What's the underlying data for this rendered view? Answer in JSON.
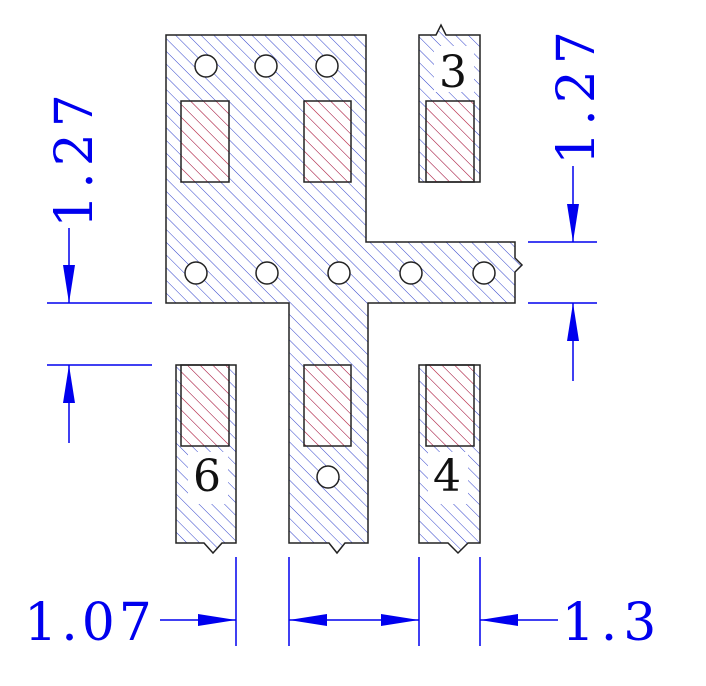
{
  "colors": {
    "outline": "#222222",
    "copper_hatch": "#3344cc",
    "pad_hatch": "#dd3333",
    "dimension": "#0000ee"
  },
  "pins": {
    "pin3": "3",
    "pin4": "4",
    "pin6": "6"
  },
  "dimensions": {
    "left_vertical": "1.27",
    "right_vertical": "1.27",
    "bottom_left": "1.07",
    "bottom_right": "1.3"
  }
}
